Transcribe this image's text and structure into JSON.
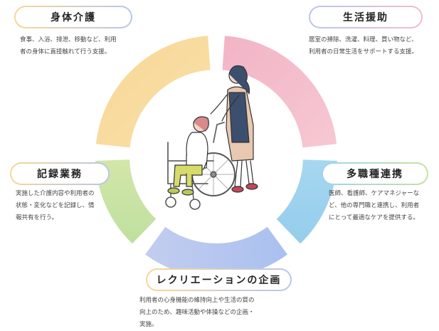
{
  "colors": {
    "physical_care": "#f7d796",
    "life_support": "#f4bccb",
    "multi_discipline": "#9fd4ee",
    "recreation": "#b7c6ee",
    "records": "#c5e2a0"
  },
  "sections": {
    "physical_care": {
      "title": "身体介護",
      "lines": [
        "食事、入浴、排泄、移動など、利用",
        "者の身体に直接触れて行う支援。"
      ]
    },
    "life_support": {
      "title": "生活援助",
      "lines": [
        "居室の掃除、洗濯、料理、買い物など、",
        "利用者の日常生活をサポートする支援。"
      ]
    },
    "records": {
      "title": "記録業務",
      "lines": [
        "実施した介護内容や利用者の",
        "状態・変化などを記録し、情",
        "報共有を行う。"
      ]
    },
    "multi_discipline": {
      "title": "多職種連携",
      "lines": [
        "医師、看護師、ケアマネジャーな",
        "ど、他の専門職と連携し、利用者",
        "にとって最適なケアを提供する。"
      ]
    },
    "recreation": {
      "title": "レクリエーションの企画",
      "lines": [
        "利用者の心身機能の維持向上や生活の質の",
        "向上のため、趣味活動や体操などの企画・",
        "実施。"
      ]
    }
  },
  "illustration": {
    "name": "caregiver-pushing-wheelchair-illustration"
  }
}
